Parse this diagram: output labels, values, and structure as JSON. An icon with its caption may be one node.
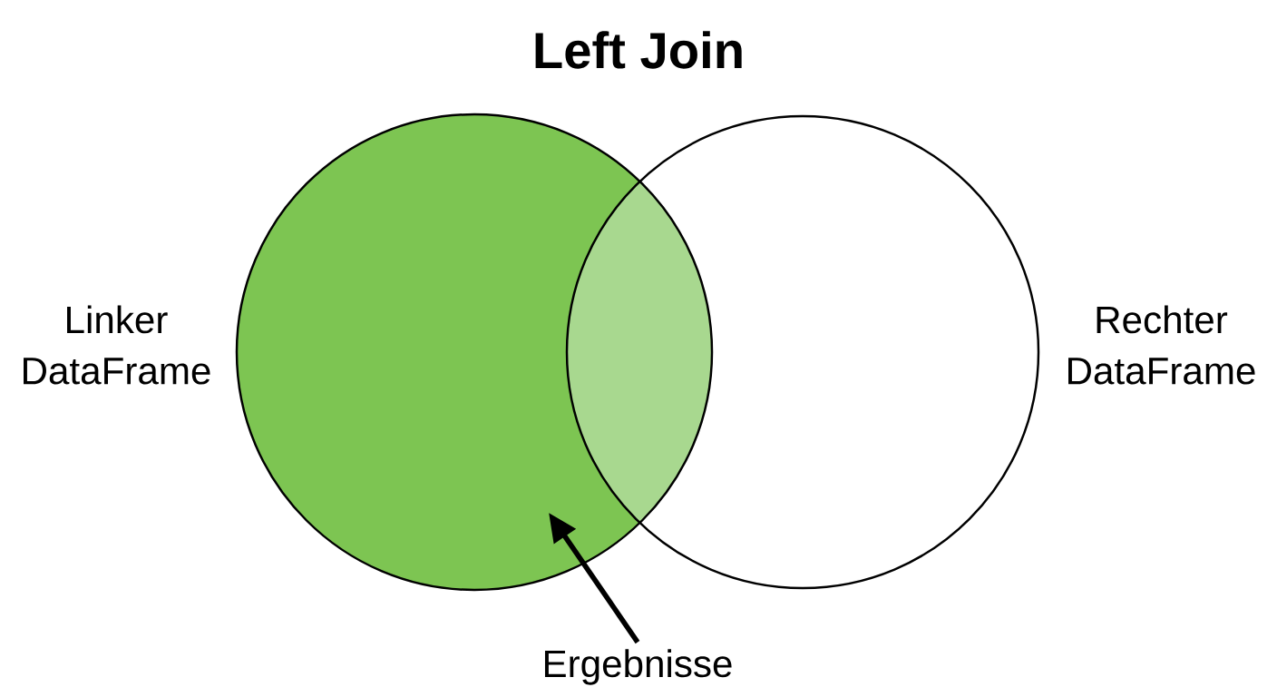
{
  "diagram": {
    "title": "Left Join",
    "nodes": [
      {
        "text": [],
        "shape": "circle",
        "beside": [
          "Linker DataFrame"
        ]
      },
      {
        "text": [],
        "shape": "circle",
        "beside": [
          "Rechter DataFrame"
        ]
      },
      {
        "text": [
          "Ergebnisse"
        ]
      }
    ],
    "edges": [
      {
        "from": 2,
        "to": 0,
        "arrow": "to"
      }
    ]
  }
}
